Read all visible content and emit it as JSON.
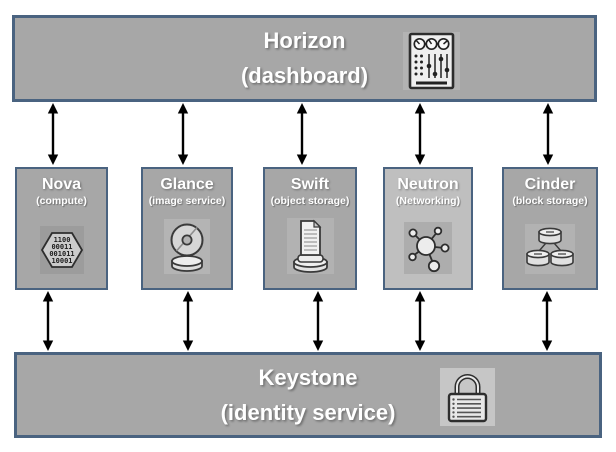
{
  "diagram": {
    "kind": "architecture-block-diagram",
    "rows": 3
  },
  "nodes": {
    "horizon": {
      "title": "Horizon",
      "subtitle": "(dashboard)",
      "icon": "control-panel-icon"
    },
    "services": [
      {
        "title": "Nova",
        "subtitle": "(compute)",
        "icon": "binary-hexagon-icon",
        "binary": [
          "1100",
          "00011",
          "001011",
          "10001"
        ]
      },
      {
        "title": "Glance",
        "subtitle": "(image service)",
        "icon": "optical-disc-icon"
      },
      {
        "title": "Swift",
        "subtitle": "(object storage)",
        "icon": "document-drum-icon"
      },
      {
        "title": "Neutron",
        "subtitle": "(Networking)",
        "icon": "network-hub-icon"
      },
      {
        "title": "Cinder",
        "subtitle": "(block storage)",
        "icon": "storage-drums-icon"
      }
    ],
    "keystone": {
      "title": "Keystone",
      "subtitle": "(identity service)",
      "icon": "padlock-icon"
    }
  },
  "connections": [
    {
      "from": "Horizon",
      "to": "Nova",
      "type": "bidirectional"
    },
    {
      "from": "Horizon",
      "to": "Glance",
      "type": "bidirectional"
    },
    {
      "from": "Horizon",
      "to": "Swift",
      "type": "bidirectional"
    },
    {
      "from": "Horizon",
      "to": "Neutron",
      "type": "bidirectional"
    },
    {
      "from": "Horizon",
      "to": "Cinder",
      "type": "bidirectional"
    },
    {
      "from": "Nova",
      "to": "Keystone",
      "type": "bidirectional"
    },
    {
      "from": "Glance",
      "to": "Keystone",
      "type": "bidirectional"
    },
    {
      "from": "Swift",
      "to": "Keystone",
      "type": "bidirectional"
    },
    {
      "from": "Neutron",
      "to": "Keystone",
      "type": "bidirectional"
    },
    {
      "from": "Cinder",
      "to": "Keystone",
      "type": "bidirectional"
    }
  ],
  "colors": {
    "background": "#ffffff",
    "box_fill": "#a7a7a7",
    "neutron_fill": "#bfbfbf",
    "border": "#4a6380",
    "arrow": "#000000",
    "text": "#ffffff"
  }
}
